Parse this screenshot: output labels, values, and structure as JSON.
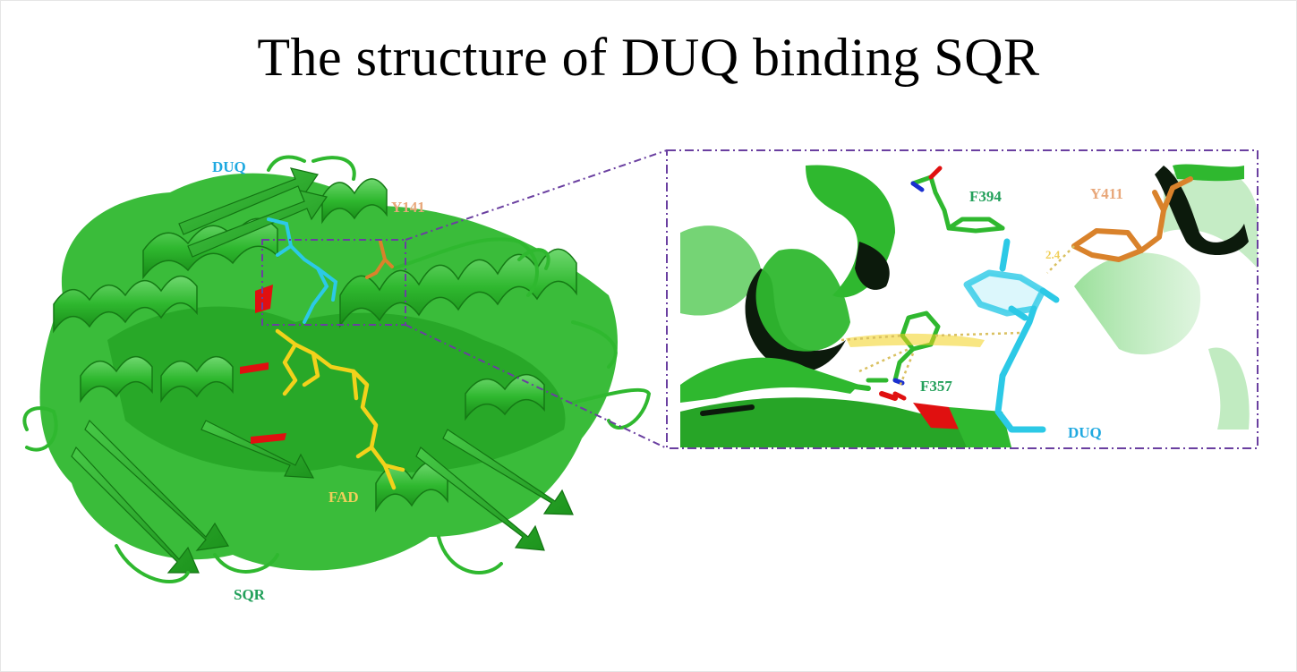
{
  "title": "The structure of DUQ binding SQR",
  "overview": {
    "labels": {
      "duq": "DUQ",
      "y141": "Y141",
      "fad": "FAD",
      "sqr": "SQR"
    }
  },
  "zoom": {
    "labels": {
      "f394": "F394",
      "y411": "Y411",
      "f357": "F357",
      "duq": "DUQ",
      "distance": "2.4"
    }
  },
  "colors": {
    "protein": "#2fb82f",
    "protein_dark": "#1f8f1f",
    "protein_light": "#7fd47f",
    "ligand_duq": "#2cc9e6",
    "ligand_fad": "#f2d21b",
    "residue_y": "#d9822b",
    "label_y": "#e8a77a",
    "label_sqr": "#22a05a",
    "label_duq": "#1fa9e0",
    "label_fad": "#f0cf5a",
    "oxygen": "#e01010",
    "nitrogen": "#1a2fd0",
    "dashed_frame": "#6a3fa0"
  }
}
